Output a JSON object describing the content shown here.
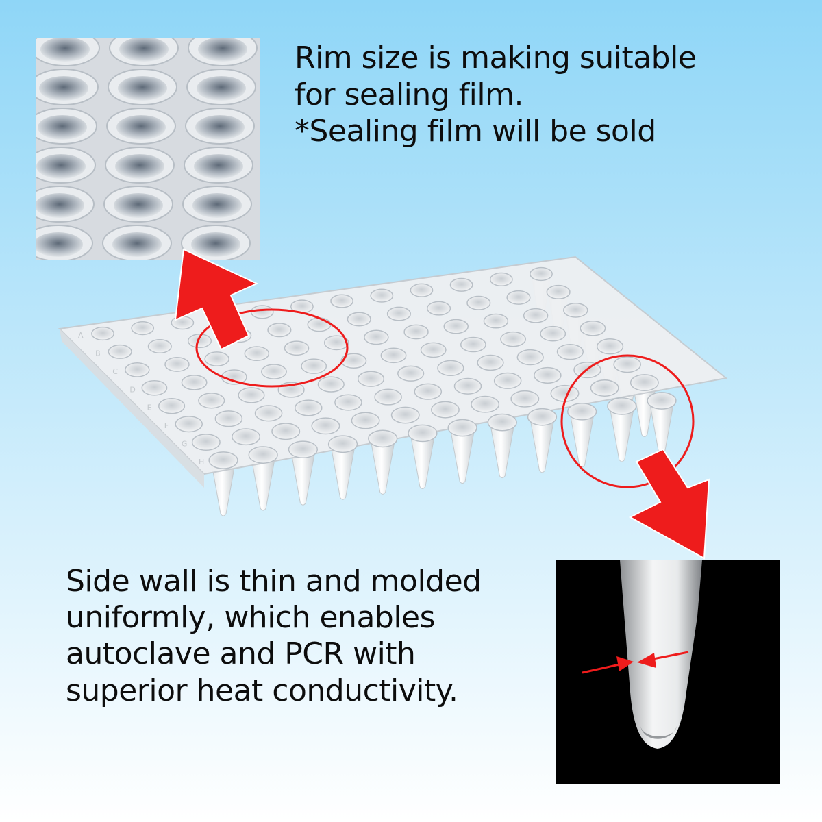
{
  "colors": {
    "background_top": "#8fd6f7",
    "background_bottom": "#ffffff",
    "accent_red": "#ee1c1c",
    "inset_black": "#000000"
  },
  "captions": {
    "top_lines": [
      "Rim size is making suitable",
      "for sealing film.",
      "*Sealing film will be sold"
    ],
    "bottom_lines": [
      "Side wall is thin and molded",
      "uniformly, which enables",
      "autoclave and PCR with",
      "superior heat conductivity."
    ]
  },
  "plate": {
    "rows": 8,
    "columns": 12,
    "row_labels": [
      "A",
      "B",
      "C",
      "D",
      "E",
      "F",
      "G",
      "H"
    ]
  }
}
